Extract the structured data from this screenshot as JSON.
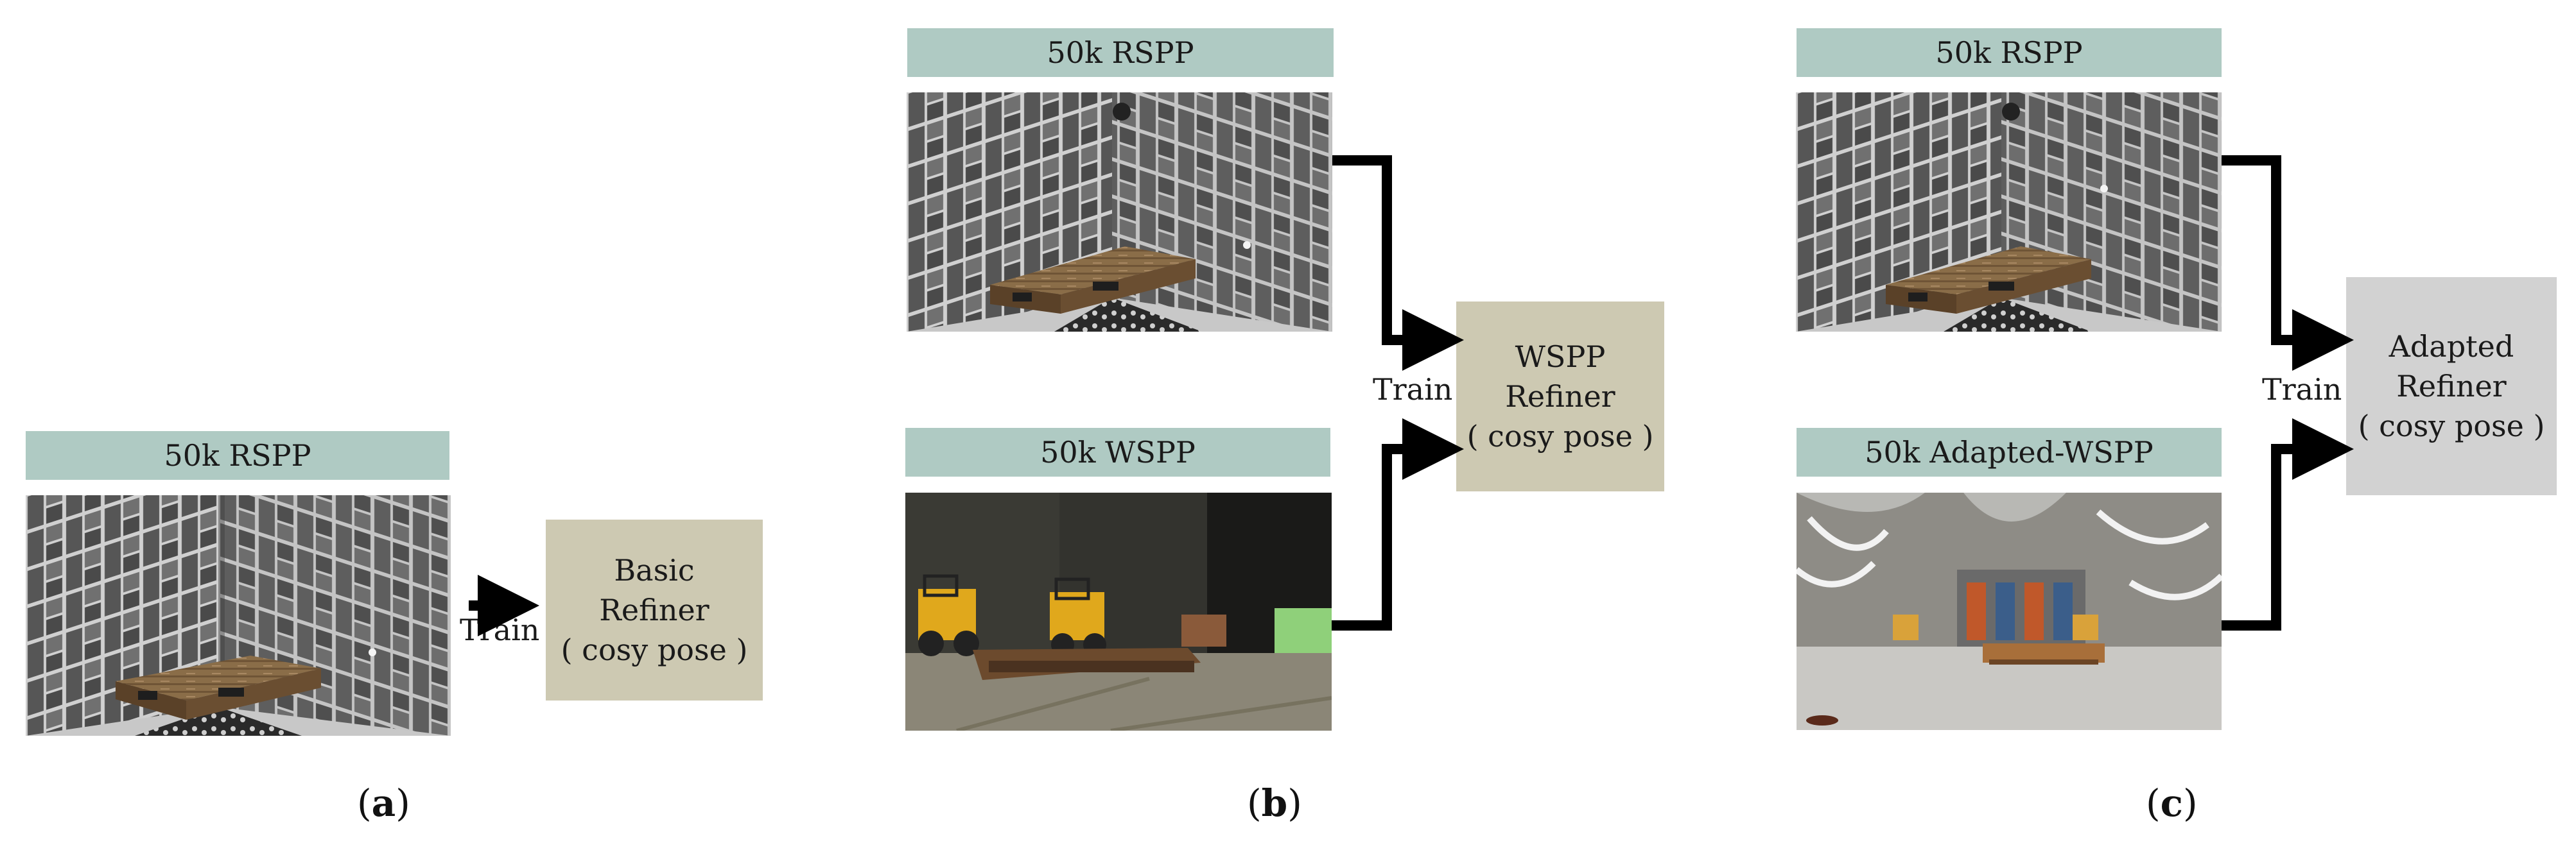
{
  "colors": {
    "label_bg": "#afcac3",
    "basic_refiner_bg": "#cdc9b2",
    "wspp_refiner_bg": "#cdc9b2",
    "adapted_refiner_bg": "#d2d2d2",
    "arrow": "#000000"
  },
  "panel_a": {
    "dataset_label": "50k RSPP",
    "image": "tiled-room-with-pallet",
    "train_label": "Train",
    "refiner_lines": [
      "Basic",
      "Refiner",
      "( cosy pose )"
    ],
    "subcaption_open": "(",
    "subcaption_letter": "a",
    "subcaption_close": ")"
  },
  "panel_b": {
    "top_label": "50k RSPP",
    "top_image": "tiled-room-with-pallet",
    "bottom_label": "50k WSPP",
    "bottom_image": "warehouse-with-forklifts-and-pallet",
    "train_label": "Train",
    "refiner_lines": [
      "WSPP",
      "Refiner",
      "( cosy pose )"
    ],
    "subcaption_open": "(",
    "subcaption_letter": "b",
    "subcaption_close": ")"
  },
  "panel_c": {
    "top_label": "50k RSPP",
    "top_image": "tiled-room-with-pallet",
    "bottom_label": "50k Adapted-WSPP",
    "bottom_image": "stylized-industrial-hall-with-pallet",
    "train_label": "Train",
    "refiner_lines": [
      "Adapted",
      "Refiner",
      "( cosy pose )"
    ],
    "subcaption_open": "(",
    "subcaption_letter": "c",
    "subcaption_close": ")"
  }
}
